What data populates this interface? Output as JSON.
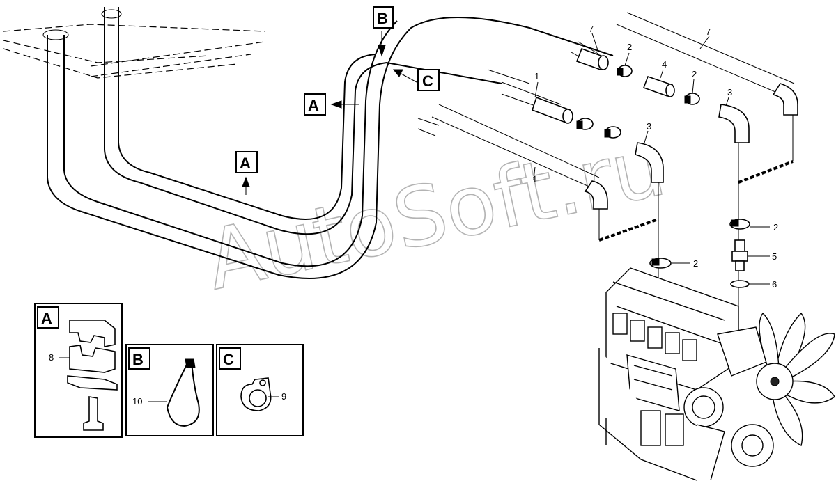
{
  "watermark": "AutoSoft.ru",
  "section_labels": {
    "top_a": "A",
    "top_b": "B",
    "top_c": "C",
    "mid_a": "A"
  },
  "callouts": [
    {
      "id": "c7a",
      "text": "7"
    },
    {
      "id": "c7b",
      "text": "7"
    },
    {
      "id": "c2a",
      "text": "2"
    },
    {
      "id": "c4",
      "text": "4"
    },
    {
      "id": "c2b",
      "text": "2"
    },
    {
      "id": "c1a",
      "text": "1"
    },
    {
      "id": "c3a",
      "text": "3"
    },
    {
      "id": "c3b",
      "text": "3"
    },
    {
      "id": "c1b",
      "text": "1"
    },
    {
      "id": "c2c",
      "text": "2"
    },
    {
      "id": "c5",
      "text": "5"
    },
    {
      "id": "c6",
      "text": "6"
    },
    {
      "id": "c2d",
      "text": "2"
    }
  ],
  "detail_panels": [
    {
      "id": "A",
      "title": "A",
      "callouts": [
        "8"
      ]
    },
    {
      "id": "B",
      "title": "B",
      "callouts": [
        "10"
      ]
    },
    {
      "id": "C",
      "title": "C",
      "callouts": [
        "9"
      ]
    }
  ]
}
